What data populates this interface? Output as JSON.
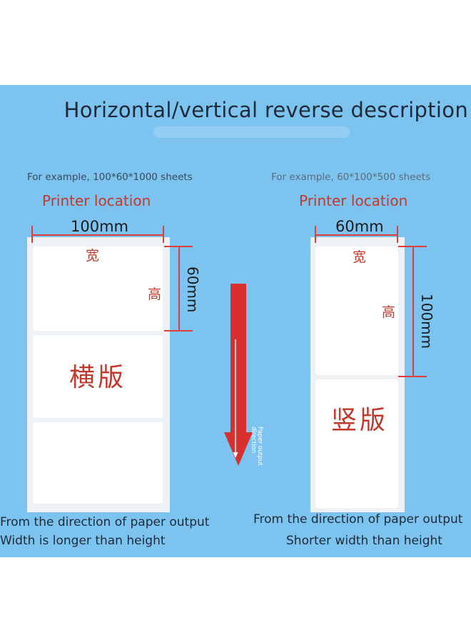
{
  "title": "Horizontal/vertical reverse description",
  "left": {
    "example": "For example, 100*60*1000 sheets",
    "printer_location": "Printer location",
    "width_dim": "100mm",
    "height_dim": "60mm",
    "width_char": "宽",
    "height_char": "高",
    "orientation": "横版",
    "caption_line1": "From the direction of paper output",
    "caption_line2": "Width is longer than height"
  },
  "right": {
    "example": "For example, 60*100*500 sheets",
    "printer_location": "Printer location",
    "width_dim": "60mm",
    "height_dim": "100mm",
    "width_char": "宽",
    "height_char": "高",
    "orientation": "竖版",
    "caption_line1": "From the direction of paper output",
    "caption_line2": "Shorter width than height"
  },
  "arrow": {
    "label_line1": "Paper output",
    "label_line2": "direction"
  },
  "colors": {
    "background": "#7cc4ef",
    "accent_red": "#e23d3d",
    "arrow_red": "#d9302f"
  }
}
